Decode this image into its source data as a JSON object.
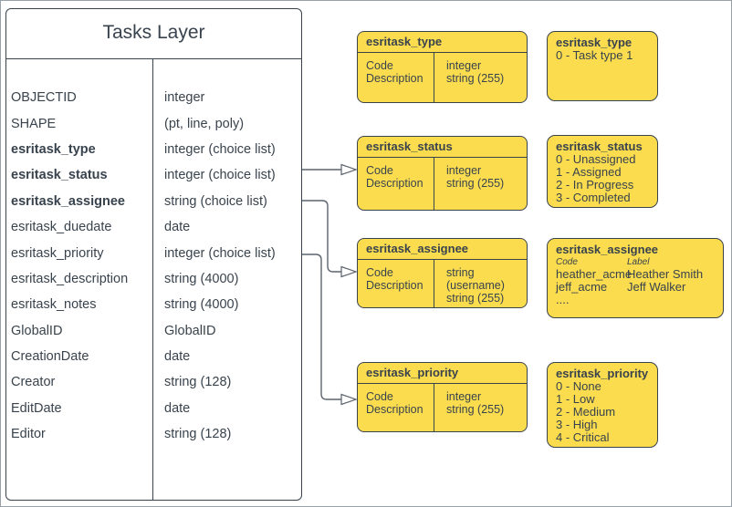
{
  "tasks_layer": {
    "title": "Tasks Layer",
    "fields": [
      {
        "name": "OBJECTID",
        "type": "integer",
        "bold": false
      },
      {
        "name": "SHAPE",
        "type": "(pt, line, poly)",
        "bold": false
      },
      {
        "name": "esritask_type",
        "type": "integer (choice list)",
        "bold": true
      },
      {
        "name": "esritask_status",
        "type": "integer (choice list)",
        "bold": true
      },
      {
        "name": "esritask_assignee",
        "type": "string (choice list)",
        "bold": true
      },
      {
        "name": "esritask_duedate",
        "type": "date",
        "bold": false
      },
      {
        "name": "esritask_priority",
        "type": "integer (choice list)",
        "bold": false
      },
      {
        "name": "esritask_description",
        "type": "string (4000)",
        "bold": false
      },
      {
        "name": "esritask_notes",
        "type": "string (4000)",
        "bold": false
      },
      {
        "name": "GlobalID",
        "type": "GlobalID",
        "bold": false
      },
      {
        "name": "CreationDate",
        "type": "date",
        "bold": false
      },
      {
        "name": "Creator",
        "type": "string (128)",
        "bold": false
      },
      {
        "name": "EditDate",
        "type": "date",
        "bold": false
      },
      {
        "name": "Editor",
        "type": "string (128)",
        "bold": false
      }
    ]
  },
  "domain_tables": [
    {
      "title": "esritask_type",
      "rows": [
        [
          "Code",
          "integer"
        ],
        [
          "Description",
          "string (255)"
        ]
      ]
    },
    {
      "title": "esritask_status",
      "rows": [
        [
          "Code",
          "integer"
        ],
        [
          "Description",
          "string (255)"
        ]
      ]
    },
    {
      "title": "esritask_assignee",
      "rows": [
        [
          "Code",
          "string (username)"
        ],
        [
          "Description",
          "string (255)"
        ]
      ]
    },
    {
      "title": "esritask_priority",
      "rows": [
        [
          "Code",
          "integer"
        ],
        [
          "Description",
          "string (255)"
        ]
      ]
    }
  ],
  "value_lists": [
    {
      "title": "esritask_type",
      "values": [
        "0 - Task type 1"
      ]
    },
    {
      "title": "esritask_status",
      "values": [
        "0 - Unassigned",
        "1 - Assigned",
        "2 - In Progress",
        "3 - Completed"
      ]
    },
    {
      "title": "esritask_assignee",
      "columns": [
        "Code",
        "Label"
      ],
      "rows": [
        [
          "heather_acme",
          "Heather Smith"
        ],
        [
          "jeff_acme",
          "Jeff Walker"
        ]
      ],
      "more": "...."
    },
    {
      "title": "esritask_priority",
      "values": [
        "0 - None",
        "1 - Low",
        "2 - Medium",
        "3 - High",
        "4 - Critical"
      ]
    }
  ],
  "colors": {
    "box_fill": "#FBDC4E",
    "box_border": "#39434D",
    "connector": "#5C646E",
    "frame": "#98A0A8"
  }
}
